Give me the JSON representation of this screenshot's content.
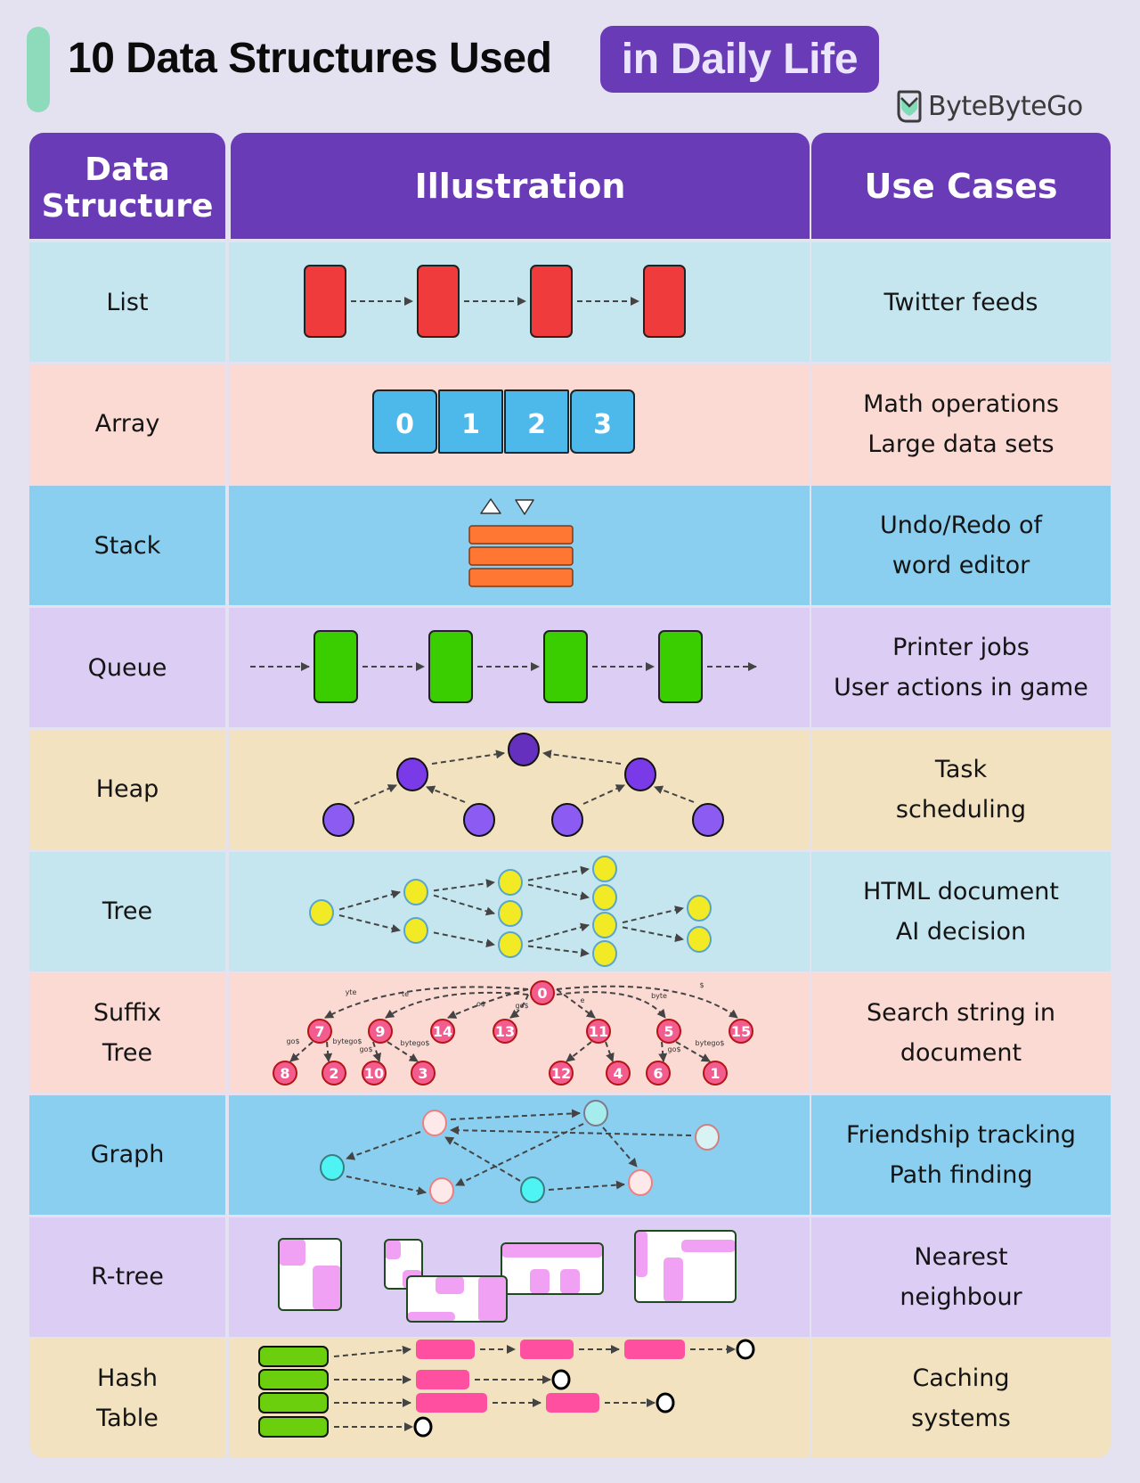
{
  "header": {
    "title": "10 Data Structures Used",
    "title_highlight": "in Daily Life",
    "brand": "ByteByteGo"
  },
  "columns": {
    "structure": "Data Structure",
    "illustration": "Illustration",
    "use_cases": "Use Cases"
  },
  "colors": {
    "accent_bar": "#8ddbbb",
    "header_purple": "#6a3bb7",
    "background": "#e4e2f1",
    "row_light_blue": "#c5e6ef",
    "row_pink": "#fbdad3",
    "row_blue": "#8bcff0",
    "row_lavender": "#dccdf4",
    "row_tan": "#f2e2c0"
  },
  "rows": [
    {
      "name": "List",
      "use_cases": "Twitter feeds",
      "color": "#c5e6ef"
    },
    {
      "name": "Array",
      "use_cases": "Math operations\nLarge data sets",
      "color": "#fbdad3"
    },
    {
      "name": "Stack",
      "use_cases": "Undo/Redo of\nword editor",
      "color": "#8bcff0"
    },
    {
      "name": "Queue",
      "use_cases": "Printer jobs\nUser actions in game",
      "color": "#dccdf4"
    },
    {
      "name": "Heap",
      "use_cases": "Task\nscheduling",
      "color": "#f2e2c0"
    },
    {
      "name": "Tree",
      "use_cases": "HTML document\nAI decision",
      "color": "#c5e6ef"
    },
    {
      "name": "Suffix\nTree",
      "use_cases": "Search string in\ndocument",
      "color": "#fbdad3"
    },
    {
      "name": "Graph",
      "use_cases": "Friendship tracking\nPath finding",
      "color": "#8bcff0"
    },
    {
      "name": "R-tree",
      "use_cases": "Nearest\nneighbour",
      "color": "#dccdf4"
    },
    {
      "name": "Hash\nTable",
      "use_cases": "Caching\nsystems",
      "color": "#f2e2c0"
    }
  ],
  "illustrations": {
    "array_indices": [
      "0",
      "1",
      "2",
      "3"
    ],
    "stack_icons": [
      "push-arrow-up-icon",
      "pop-arrow-down-icon"
    ],
    "suffix_tree": {
      "root": "0",
      "level1": [
        "7",
        "9",
        "14",
        "13",
        "11",
        "5",
        "15"
      ],
      "level2": [
        "8",
        "2",
        "10",
        "3",
        "12",
        "4",
        "6",
        "1"
      ],
      "edge_labels": [
        "yte",
        "te",
        "o$",
        "go$",
        "e",
        "byte",
        "$",
        "go$",
        "bytego$",
        "go$",
        "bytego$",
        "go$",
        "bytego$"
      ]
    }
  }
}
